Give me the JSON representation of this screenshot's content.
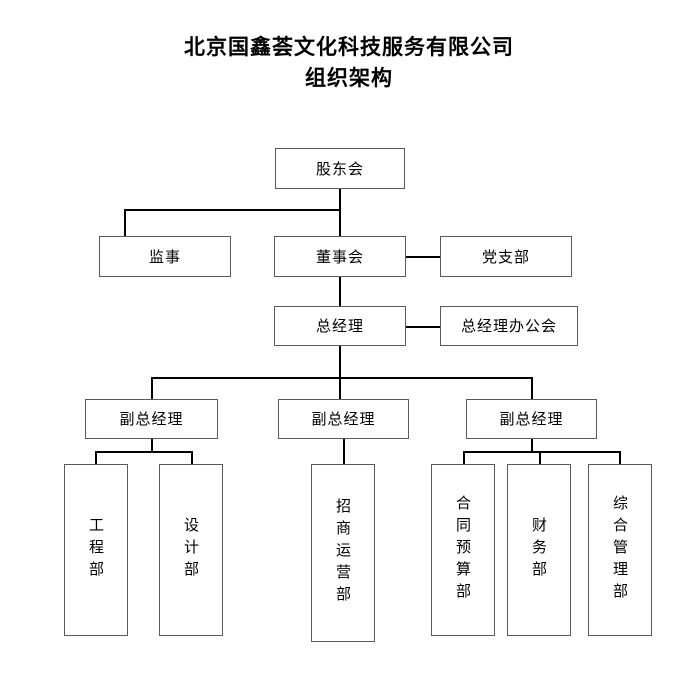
{
  "title": {
    "line1": "北京国鑫荟文化科技服务有限公司",
    "line2": "组织架构"
  },
  "chart_data": {
    "type": "diagram",
    "diagram_type": "organization-chart",
    "title": "北京国鑫荟文化科技服务有限公司 组织架构",
    "orientation": "top-down",
    "nodes": [
      {
        "id": "shareholders",
        "label": "股东会",
        "level": 0,
        "text_direction": "horizontal"
      },
      {
        "id": "supervisor",
        "label": "监事",
        "level": 1,
        "text_direction": "horizontal"
      },
      {
        "id": "board",
        "label": "董事会",
        "level": 1,
        "text_direction": "horizontal"
      },
      {
        "id": "party-branch",
        "label": "党支部",
        "level": 1,
        "text_direction": "horizontal"
      },
      {
        "id": "general-manager",
        "label": "总经理",
        "level": 2,
        "text_direction": "horizontal"
      },
      {
        "id": "gm-office-meeting",
        "label": "总经理办公会",
        "level": 2,
        "text_direction": "horizontal"
      },
      {
        "id": "deputy-gm-1",
        "label": "副总经理",
        "level": 3,
        "text_direction": "horizontal"
      },
      {
        "id": "deputy-gm-2",
        "label": "副总经理",
        "level": 3,
        "text_direction": "horizontal"
      },
      {
        "id": "deputy-gm-3",
        "label": "副总经理",
        "level": 3,
        "text_direction": "horizontal"
      },
      {
        "id": "engineering-dept",
        "label": "工程部",
        "level": 4,
        "text_direction": "vertical"
      },
      {
        "id": "design-dept",
        "label": "设计部",
        "level": 4,
        "text_direction": "vertical"
      },
      {
        "id": "investment-operations-dept",
        "label": "招商运营部",
        "level": 4,
        "text_direction": "vertical"
      },
      {
        "id": "contract-budget-dept",
        "label": "合同预算部",
        "level": 4,
        "text_direction": "vertical"
      },
      {
        "id": "finance-dept",
        "label": "财务部",
        "level": 4,
        "text_direction": "vertical"
      },
      {
        "id": "general-management-dept",
        "label": "综合管理部",
        "level": 4,
        "text_direction": "vertical"
      }
    ],
    "edges": [
      {
        "from": "shareholders",
        "to": "supervisor"
      },
      {
        "from": "shareholders",
        "to": "board"
      },
      {
        "from": "board",
        "to": "party-branch",
        "style": "lateral"
      },
      {
        "from": "board",
        "to": "general-manager"
      },
      {
        "from": "general-manager",
        "to": "gm-office-meeting",
        "style": "lateral"
      },
      {
        "from": "general-manager",
        "to": "deputy-gm-1"
      },
      {
        "from": "general-manager",
        "to": "deputy-gm-2"
      },
      {
        "from": "general-manager",
        "to": "deputy-gm-3"
      },
      {
        "from": "deputy-gm-1",
        "to": "engineering-dept"
      },
      {
        "from": "deputy-gm-1",
        "to": "design-dept"
      },
      {
        "from": "deputy-gm-2",
        "to": "investment-operations-dept"
      },
      {
        "from": "deputy-gm-3",
        "to": "contract-budget-dept"
      },
      {
        "from": "deputy-gm-3",
        "to": "finance-dept"
      },
      {
        "from": "deputy-gm-3",
        "to": "general-management-dept"
      }
    ],
    "colors": {
      "background": "#ffffff",
      "box_fill": "#ffffff",
      "box_border": "#5a5a5a",
      "connector": "#000000",
      "text": "#000000"
    }
  }
}
